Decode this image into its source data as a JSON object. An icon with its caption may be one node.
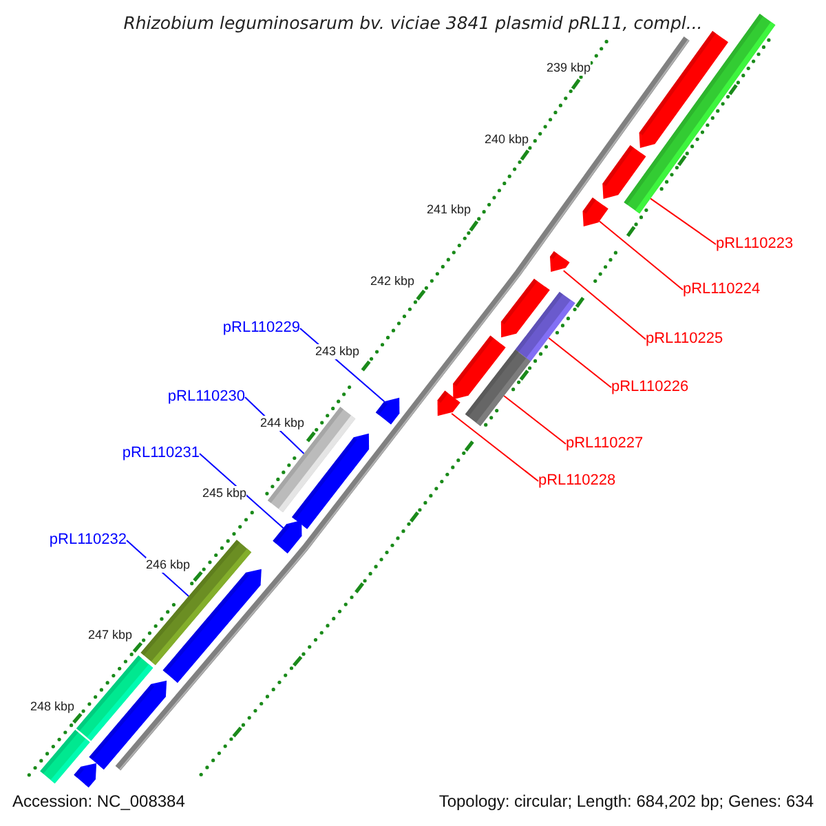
{
  "diagram": {
    "title": "Rhizobium leguminosarum bv. viciae 3841 plasmid pRL11, compl...",
    "nodes": [
      {
        "text": [
          "pRL110223"
        ]
      },
      {
        "text": [
          "pRL110224"
        ]
      },
      {
        "text": [
          "pRL110225"
        ]
      },
      {
        "text": [
          "pRL110226"
        ]
      },
      {
        "text": [
          "pRL110227"
        ]
      },
      {
        "text": [
          "pRL110228"
        ]
      },
      {
        "text": [
          "pRL110229"
        ]
      },
      {
        "text": [
          "pRL110230"
        ]
      },
      {
        "text": [
          "pRL110231"
        ]
      },
      {
        "text": [
          "pRL110232"
        ]
      },
      {
        "text": [],
        "shape": "bar"
      },
      {
        "text": [],
        "shape": "bar"
      },
      {
        "text": [],
        "shape": "bar"
      },
      {
        "text": [],
        "shape": "bar"
      },
      {
        "text": [],
        "shape": "bar"
      },
      {
        "text": [],
        "shape": "bar"
      },
      {
        "text": [],
        "shape": "bar"
      },
      {
        "text": [],
        "shape": "bar"
      },
      {
        "text": [],
        "shape": "bar"
      },
      {
        "text": [],
        "shape": "bar"
      },
      {
        "text": [],
        "shape": "bar"
      },
      {
        "text": [],
        "shape": "bar"
      },
      {
        "text": [],
        "shape": "bar"
      },
      {
        "text": [],
        "shape": "bar"
      },
      {
        "text": [],
        "shape": "bar"
      },
      {
        "text": [],
        "shape": "bar"
      },
      {
        "text": [],
        "shape": "bar"
      },
      {
        "text": [],
        "shape": "bar"
      },
      {
        "text": [],
        "shape": "bar"
      },
      {
        "text": [],
        "shape": "bar"
      }
    ],
    "edges": [
      {
        "from": 0,
        "to": 11,
        "arrow": "none",
        "color": "#ff0000"
      },
      {
        "from": 1,
        "to": 13,
        "arrow": "none",
        "color": "#ff0000"
      },
      {
        "from": 2,
        "to": 14,
        "arrow": "none",
        "color": "#ff0000"
      },
      {
        "from": 3,
        "to": 16,
        "arrow": "none",
        "color": "#ff0000"
      },
      {
        "from": 4,
        "to": 18,
        "arrow": "none",
        "color": "#ff0000"
      },
      {
        "from": 5,
        "to": 19,
        "arrow": "none",
        "color": "#ff0000"
      },
      {
        "from": 6,
        "to": 20,
        "arrow": "none",
        "color": "#0000ff"
      },
      {
        "from": 7,
        "to": 21,
        "arrow": "none",
        "color": "#0000ff"
      },
      {
        "from": 8,
        "to": 23,
        "arrow": "none",
        "color": "#0000ff"
      },
      {
        "from": 9,
        "to": 24,
        "arrow": "none",
        "color": "#0000ff"
      }
    ],
    "labels": [
      "239 kbp",
      "240 kbp",
      "241 kbp",
      "242 kbp",
      "243 kbp",
      "244 kbp",
      "245 kbp",
      "246 kbp",
      "247 kbp",
      "248 kbp",
      "Accession: NC_008384",
      "Topology: circular; Length: 684,202 bp; Genes: 634"
    ]
  }
}
